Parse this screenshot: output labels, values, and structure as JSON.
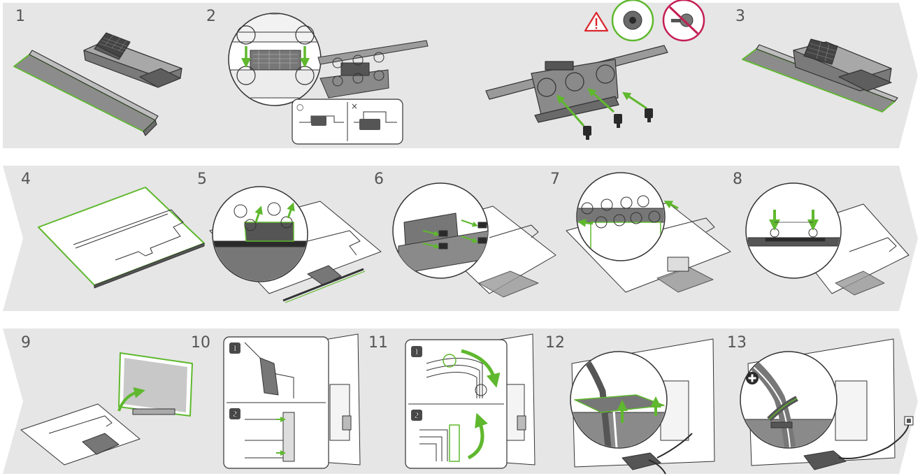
{
  "steps": [
    {
      "label": "1",
      "subs": []
    },
    {
      "label": "2",
      "subs": []
    },
    {
      "label": "3",
      "subs": []
    },
    {
      "label": "4",
      "subs": []
    },
    {
      "label": "5",
      "subs": []
    },
    {
      "label": "6",
      "subs": []
    },
    {
      "label": "7",
      "subs": []
    },
    {
      "label": "8",
      "subs": []
    },
    {
      "label": "9",
      "subs": []
    },
    {
      "label": "10",
      "subs": [
        "1",
        "2"
      ]
    },
    {
      "label": "11",
      "subs": [
        "1",
        "2"
      ]
    },
    {
      "label": "12",
      "subs": []
    },
    {
      "label": "13",
      "subs": []
    }
  ],
  "marks": {
    "correct": "○",
    "incorrect": "×"
  },
  "colors": {
    "panel": "#e6e6e6",
    "accent": "#5fb82e",
    "line": "#333333",
    "fill": "#9a9a9a",
    "dark": "#4a4a4a",
    "warn": "#d9262e"
  },
  "icons": [
    "warning-icon",
    "correct-screw-icon",
    "incorrect-screw-icon",
    "plus-icon",
    "arrow-icon",
    "screw-icon",
    "power-plug-icon"
  ]
}
